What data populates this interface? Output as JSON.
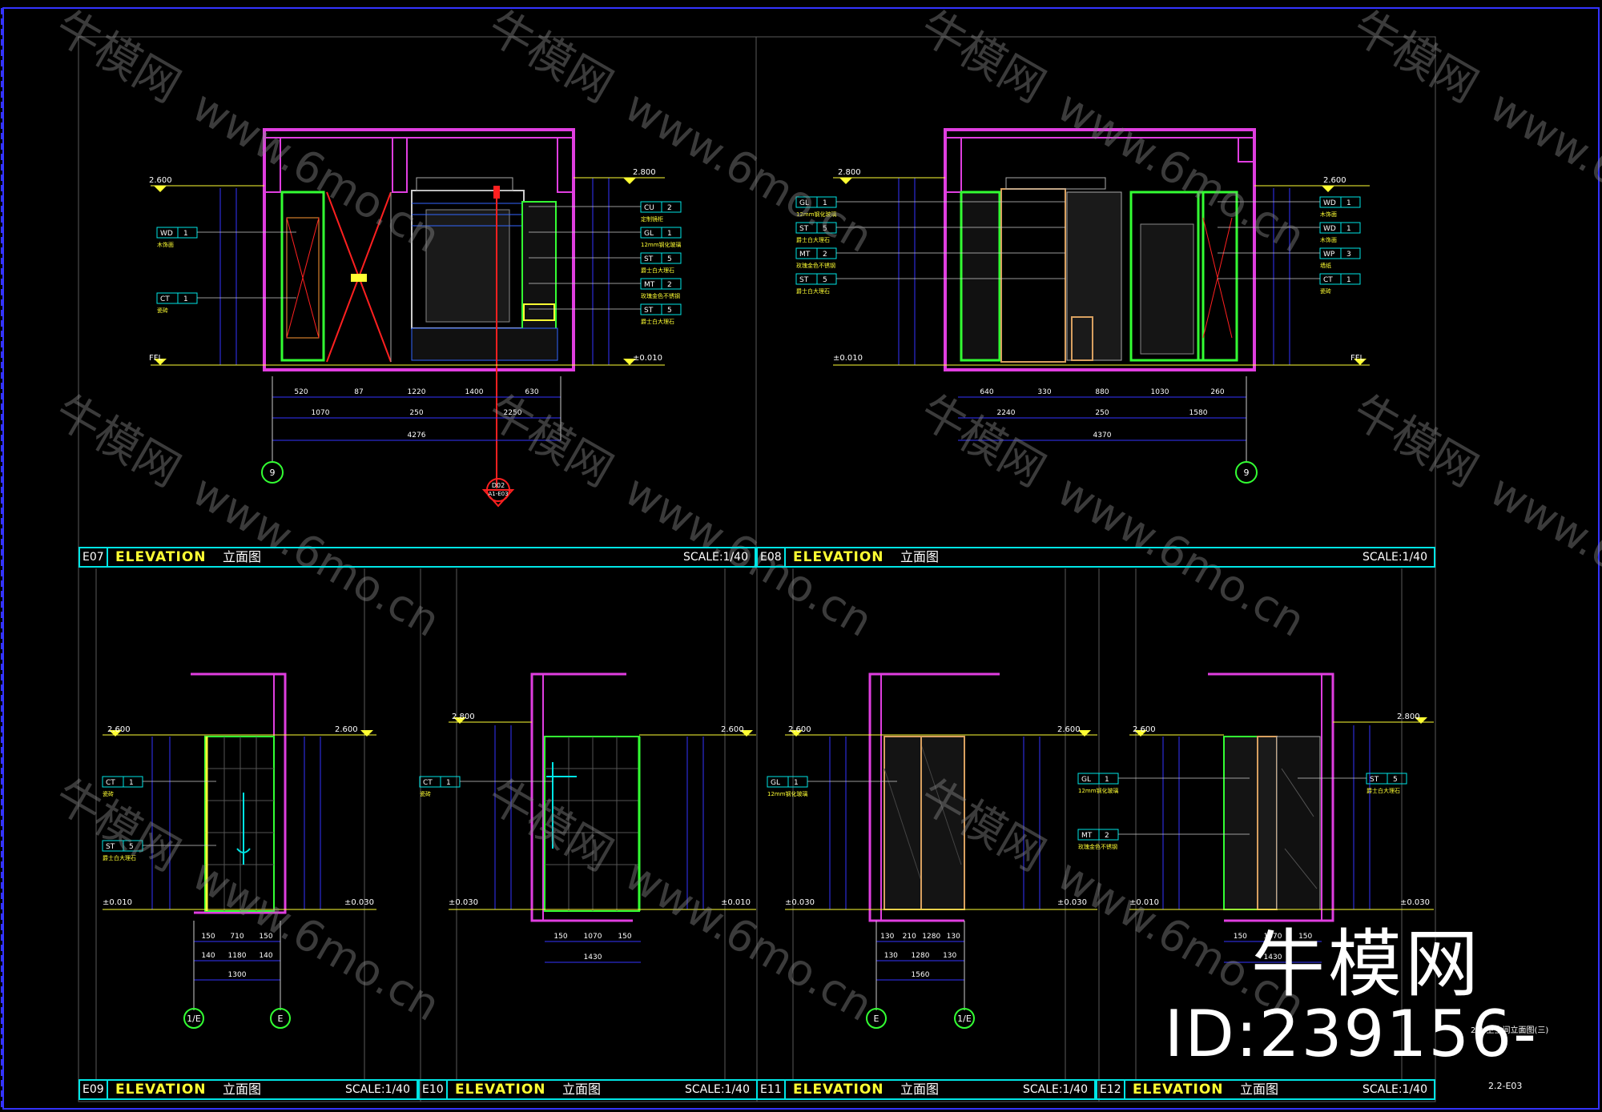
{
  "watermark": {
    "site_cn": "牛模网",
    "site_url": "www.6mo.cn"
  },
  "brand": {
    "name": "牛模网",
    "id": "ID:239156-"
  },
  "sheet_number": "2.2-E03",
  "sheet_label": "2.2-卫生间立面图(三)",
  "titles": [
    {
      "code": "E07",
      "elevation": "ELEVATION",
      "cn": "立面图",
      "scale": "SCALE:1/40"
    },
    {
      "code": "E08",
      "elevation": "ELEVATION",
      "cn": "立面图",
      "scale": "SCALE:1/40"
    },
    {
      "code": "E09",
      "elevation": "ELEVATION",
      "cn": "立面图",
      "scale": "SCALE:1/40"
    },
    {
      "code": "E10",
      "elevation": "ELEVATION",
      "cn": "立面图",
      "scale": "SCALE:1/40"
    },
    {
      "code": "E11",
      "elevation": "ELEVATION",
      "cn": "立面图",
      "scale": "SCALE:1/40"
    },
    {
      "code": "E12",
      "elevation": "ELEVATION",
      "cn": "立面图",
      "scale": "SCALE:1/40"
    }
  ],
  "levels": {
    "e07_left": "2.600",
    "e07_right": "2.800",
    "e07_floor": "±0.010",
    "e07_ffl": "FFL",
    "e08_left": "2.800",
    "e08_right": "2.600",
    "e08_floor": "±0.010",
    "e08_ffl": "FFL",
    "e09_top_l": "2.600",
    "e09_top_r": "2.600",
    "e09_bot_l": "±0.010",
    "e09_bot_r": "±0.030",
    "e10_top_l": "2.800",
    "e10_top_r": "2.600",
    "e10_bot_l": "±0.030",
    "e10_bot_r": "±0.010",
    "e11_top_l": "2.600",
    "e11_top_r": "2.600",
    "e11_bot_l": "±0.030",
    "e11_bot_r": "±0.030",
    "e12_top_l": "2.600",
    "e12_top_r": "2.800",
    "e12_bot_l": "±0.010",
    "e12_bot_r": "±0.030"
  },
  "tags": {
    "e07_left": [
      {
        "code": "WD",
        "num": "1",
        "note": "木饰面"
      },
      {
        "code": "CT",
        "num": "1",
        "note": "瓷砖"
      }
    ],
    "e07_right": [
      {
        "code": "CU",
        "num": "2",
        "note": "定制镜柜"
      },
      {
        "code": "GL",
        "num": "1",
        "note": "12mm钢化玻璃"
      },
      {
        "code": "ST",
        "num": "5",
        "note": "爵士白大理石"
      },
      {
        "code": "MT",
        "num": "2",
        "note": "玫瑰金色不锈钢"
      },
      {
        "code": "ST",
        "num": "5",
        "note": "爵士白大理石"
      }
    ],
    "e08_left": [
      {
        "code": "GL",
        "num": "1",
        "note": "12mm钢化玻璃"
      },
      {
        "code": "ST",
        "num": "5",
        "note": "爵士白大理石"
      },
      {
        "code": "MT",
        "num": "2",
        "note": "玫瑰金色不锈钢"
      },
      {
        "code": "ST",
        "num": "5",
        "note": "爵士白大理石"
      }
    ],
    "e08_right": [
      {
        "code": "WD",
        "num": "1",
        "note": "木饰面"
      },
      {
        "code": "WD",
        "num": "1",
        "note": "木饰面"
      },
      {
        "code": "WP",
        "num": "3",
        "note": "墙纸"
      },
      {
        "code": "CT",
        "num": "1",
        "note": "瓷砖"
      }
    ],
    "e09": [
      {
        "code": "CT",
        "num": "1",
        "note": "瓷砖"
      },
      {
        "code": "ST",
        "num": "5",
        "note": "爵士白大理石"
      }
    ],
    "e10": [
      {
        "code": "CT",
        "num": "1",
        "note": "瓷砖"
      }
    ],
    "e11": [
      {
        "code": "GL",
        "num": "1",
        "note": "12mm钢化玻璃"
      }
    ],
    "e12_left": [
      {
        "code": "GL",
        "num": "1",
        "note": "12mm钢化玻璃"
      },
      {
        "code": "MT",
        "num": "2",
        "note": "玫瑰金色不锈钢"
      }
    ],
    "e12_right": [
      {
        "code": "ST",
        "num": "5",
        "note": "爵士白大理石"
      }
    ]
  },
  "dimensions": {
    "e07_row1": [
      "520",
      "87",
      "1220",
      "1400",
      "630"
    ],
    "e07_row2": [
      "1070",
      "250",
      "2250"
    ],
    "e07_total": "4276",
    "e08_row1": [
      "640",
      "330",
      "880",
      "1030",
      "260"
    ],
    "e08_row2": [
      "2240",
      "250",
      "1580"
    ],
    "e08_total": "4370",
    "e09_row1": [
      "150",
      "710",
      "150"
    ],
    "e09_row2": [
      "140",
      "1180",
      "140"
    ],
    "e09_total": "1300",
    "e10_row1": [
      "150",
      "1070",
      "150"
    ],
    "e10_total": "1430",
    "e11_row1": [
      "130",
      "210",
      "1280",
      "130"
    ],
    "e11_row2": [
      "130",
      "1280",
      "130"
    ],
    "e11_total": "1560",
    "e12_row1": [
      "150",
      "1070",
      "150"
    ],
    "e12_total": "1430"
  },
  "axis_markers": {
    "e07": "9",
    "e08": "9",
    "e09_left": "1/E",
    "e09_right": "E",
    "e11_left": "E",
    "e11_right": "1/E"
  },
  "detail_ref": {
    "top": "D02",
    "bottom": "A1-E03"
  },
  "colors": {
    "background": "#000000",
    "wall_magenta": "#e03ee0",
    "frame_cyan": "#00e5e5",
    "green": "#33ff33",
    "yellow": "#ffff33",
    "blue": "#3333ff",
    "red": "#ff2020",
    "white": "#ffffff",
    "orange": "#d8a060"
  }
}
